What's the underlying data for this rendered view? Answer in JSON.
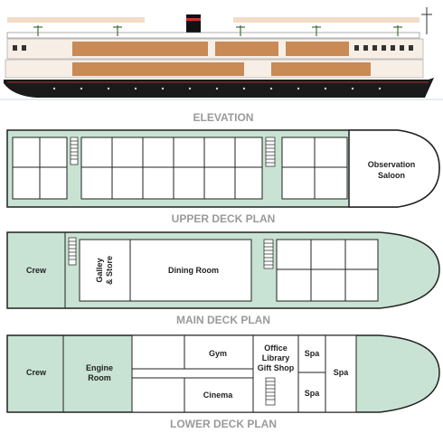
{
  "sections": {
    "elevation": "ELEVATION",
    "upper_deck": "UPPER DECK PLAN",
    "main_deck": "MAIN DECK PLAN",
    "lower_deck": "LOWER DECK PLAN"
  },
  "upper_deck_rooms": {
    "observation_saloon_line1": "Observation",
    "observation_saloon_line2": "Saloon"
  },
  "main_deck_rooms": {
    "crew": "Crew",
    "galley_line1": "Galley",
    "galley_line2": "& Store",
    "dining_room": "Dining Room"
  },
  "lower_deck_rooms": {
    "crew": "Crew",
    "engine_room_line1": "Engine",
    "engine_room_line2": "Room",
    "gym": "Gym",
    "cinema": "Cinema",
    "office_line1": "Office",
    "office_line2": "Library",
    "office_line3": "Gift Shop",
    "spa_upper": "Spa",
    "spa_lower": "Spa",
    "spa_bow": "Spa"
  },
  "colors": {
    "deck_green": "#c8e3d3",
    "outline": "#222222",
    "label_gray": "#9a9a9a",
    "hull_black": "#1a1a1a",
    "wood": "#c98a55",
    "awning": "#f2ddc8"
  }
}
